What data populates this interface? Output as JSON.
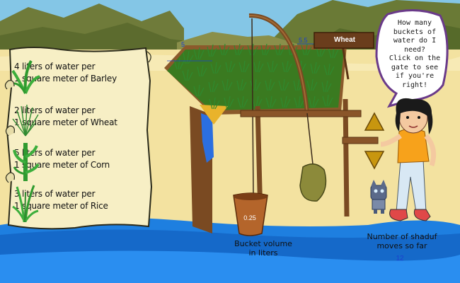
{
  "crops": [
    {
      "line1": "4 liters of water per",
      "line2": "1 square meter of Barley",
      "icon": "barley-icon"
    },
    {
      "line1": "2 liters of water per",
      "line2": "1 square meter of Wheat",
      "icon": "wheat-icon"
    },
    {
      "line1": "5 liters of water per",
      "line2": "1 square meter of Corn",
      "icon": "corn-icon"
    },
    {
      "line1": "3 liters of water per",
      "line2": "1 square meter of Rice",
      "icon": "rice-icon"
    }
  ],
  "bubble": {
    "line1": "How many",
    "line2": "buckets of",
    "line3": "water do I",
    "line4": "need?",
    "line5": "Click on the",
    "line6": "gate to see",
    "line7": "if you're",
    "line8": "right!"
  },
  "field": {
    "sign_label": "Wheat",
    "width_value": "5",
    "length_value": "5.5"
  },
  "bucket": {
    "volume": "0.25",
    "caption_line1": "Bucket volume",
    "caption_line2": "in liters"
  },
  "moves": {
    "caption_line1": "Number of shaduf",
    "caption_line2": "moves so far",
    "count": "12"
  },
  "colors": {
    "sky": "#7fc7e8",
    "sand": "#f3e2a0",
    "water": "#1e7fe0",
    "grass": "#2f8a2f",
    "wood": "#7a4a22",
    "shirt": "#f7a21b",
    "arrow": "#c8960f"
  }
}
